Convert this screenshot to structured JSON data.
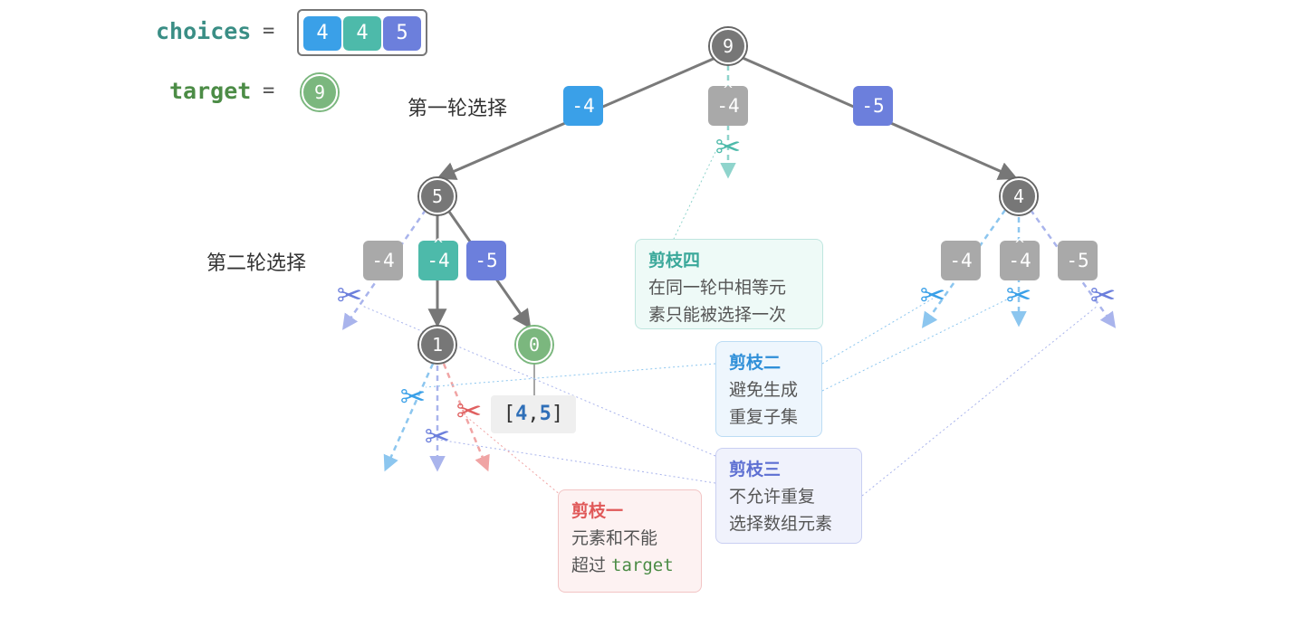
{
  "header": {
    "choices_label": "choices",
    "target_label": "target",
    "equals": "=",
    "choices": [
      {
        "text": "4",
        "hat": false,
        "color": "#3aa0e8"
      },
      {
        "text": "4",
        "hat": true,
        "color": "#4dbaaa"
      },
      {
        "text": "5",
        "hat": false,
        "color": "#6c7fdc"
      }
    ],
    "target_value": "9"
  },
  "colors": {
    "node_gray": "#777777",
    "node_green": "#7bb77e",
    "label_gray": "#a9a9a9",
    "blue": "#3aa0e8",
    "teal": "#4dbaaa",
    "indigo": "#6c7fdc",
    "red": "#e06060",
    "choices_label": "#3a8e85",
    "target_label": "#4c8c46"
  },
  "round_labels": {
    "first": "第一轮选择",
    "second": "第二轮选择"
  },
  "nodes": {
    "root": "9",
    "left": "5",
    "right": "4",
    "ll": "1",
    "lr": "0"
  },
  "edge_labels": {
    "root_a": "-4",
    "root_b": "-4",
    "root_c": "-5",
    "left_a": "-4",
    "left_b": "-4",
    "left_c": "-5",
    "right_a": "-4",
    "right_b": "-4",
    "right_c": "-5"
  },
  "result": {
    "open": "[",
    "a": "4",
    "sep": ",",
    "b": "5",
    "close": "]"
  },
  "callouts": {
    "p4": {
      "title": "剪枝四",
      "line1": "在同一轮中相等元",
      "line2": "素只能被选择一次"
    },
    "p2": {
      "title": "剪枝二",
      "line1": "避免生成",
      "line2": "重复子集"
    },
    "p3": {
      "title": "剪枝三",
      "line1": "不允许重复",
      "line2": "选择数组元素"
    },
    "p1": {
      "title": "剪枝一",
      "line1": "元素和不能",
      "line2_prefix": "超过 ",
      "line2_code": "target"
    }
  },
  "icons": {
    "scissors": "scissors-icon"
  }
}
